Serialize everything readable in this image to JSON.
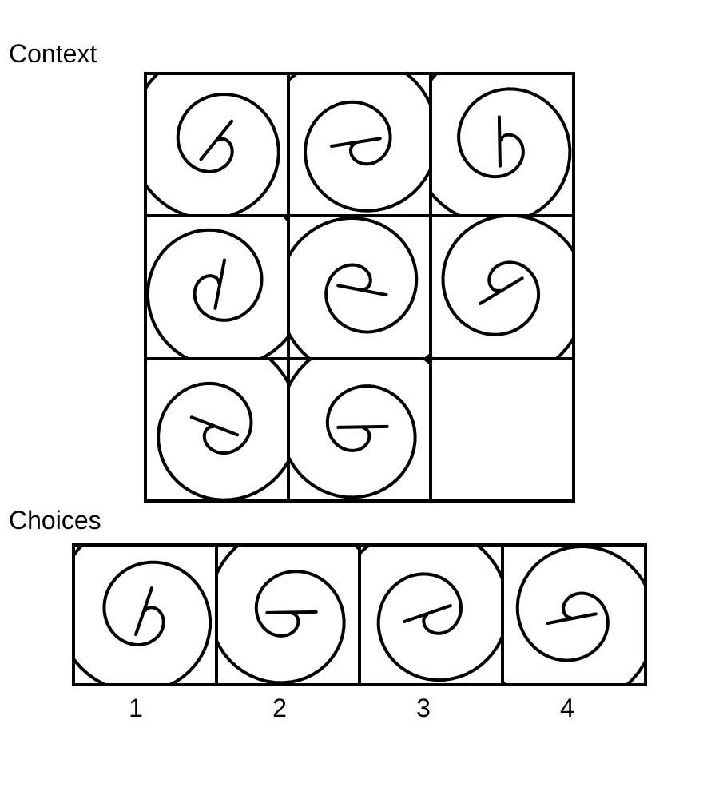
{
  "context": {
    "label": "Context",
    "cells": [
      {
        "icon": "spiral-icon",
        "rotation": -70,
        "flip": false
      },
      {
        "icon": "spiral-icon",
        "rotation": 10,
        "flip": true
      },
      {
        "icon": "spiral-icon",
        "rotation": -110,
        "flip": false
      },
      {
        "icon": "spiral-icon",
        "rotation": 120,
        "flip": true
      },
      {
        "icon": "spiral-icon",
        "rotation": -150,
        "flip": true
      },
      {
        "icon": "spiral-icon",
        "rotation": 130,
        "flip": false
      },
      {
        "icon": "spiral-icon",
        "rotation": 40,
        "flip": true
      },
      {
        "icon": "spiral-icon",
        "rotation": -20,
        "flip": false
      },
      {
        "icon": "empty-cell",
        "empty": true
      }
    ]
  },
  "choices": {
    "label": "Choices",
    "items": [
      {
        "number": "1",
        "icon": "spiral-icon",
        "rotation": -90,
        "flip": false
      },
      {
        "number": "2",
        "icon": "spiral-icon",
        "rotation": -20,
        "flip": false
      },
      {
        "number": "3",
        "icon": "spiral-icon",
        "rotation": 0,
        "flip": true
      },
      {
        "number": "4",
        "icon": "spiral-icon",
        "rotation": 150,
        "flip": false
      }
    ]
  }
}
